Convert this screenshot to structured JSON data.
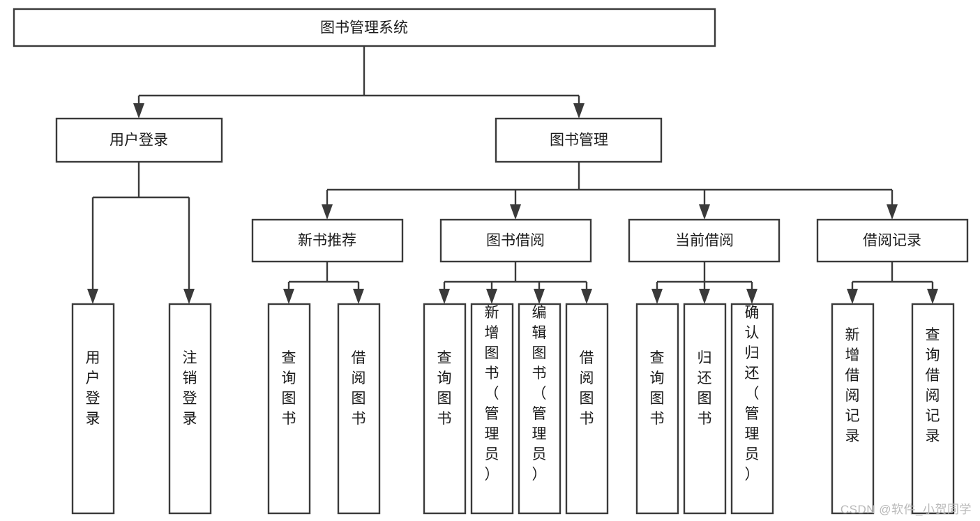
{
  "diagram": {
    "type": "tree-hierarchy",
    "title": "图书管理系统",
    "watermark": "CSDN @软件_小贺同学",
    "colors": {
      "stroke": "#3a3a3a",
      "fill": "#ffffff",
      "text": "#1b1b1b",
      "watermark": "#b9b9b9",
      "background": "#ffffff"
    },
    "root": {
      "label": "图书管理系统"
    },
    "level2": [
      {
        "label": "用户登录"
      },
      {
        "label": "图书管理"
      }
    ],
    "level3": [
      {
        "label": "新书推荐"
      },
      {
        "label": "图书借阅"
      },
      {
        "label": "当前借阅"
      },
      {
        "label": "借阅记录"
      }
    ],
    "leaves": {
      "user_login": [
        {
          "label": "用户登录"
        },
        {
          "label": "注销登录"
        }
      ],
      "new_book_recommend": [
        {
          "label": "查询图书"
        },
        {
          "label": "借阅图书"
        }
      ],
      "book_borrow": [
        {
          "label": "查询图书"
        },
        {
          "label": "新增图书（管理员）"
        },
        {
          "label": "编辑图书（管理员）"
        },
        {
          "label": "借阅图书"
        }
      ],
      "current_borrow": [
        {
          "label": "查询图书"
        },
        {
          "label": "归还图书"
        },
        {
          "label": "确认归还（管理员）"
        }
      ],
      "borrow_record": [
        {
          "label": "新增借阅记录"
        },
        {
          "label": "查询借阅记录"
        }
      ]
    }
  }
}
